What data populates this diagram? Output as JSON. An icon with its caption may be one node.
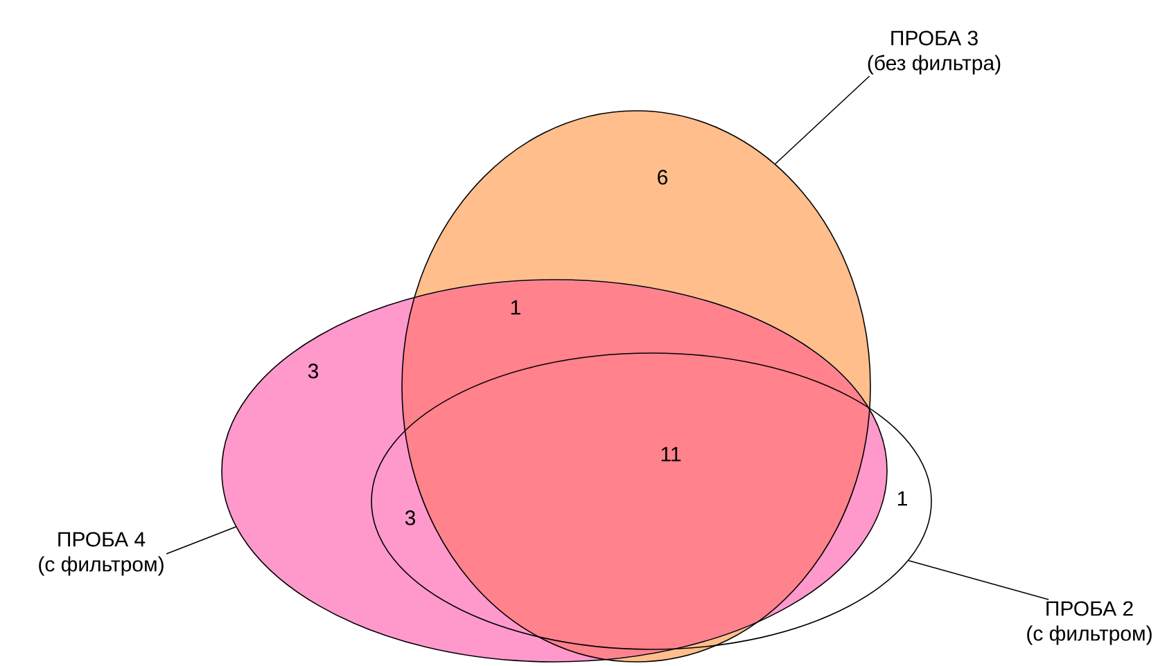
{
  "diagram": {
    "nodes": [
      {
        "text": [
          "ПРОБА 3",
          "(без фильтра)"
        ]
      },
      {
        "text": [],
        "shape": "circle"
      },
      {
        "text": [
          "ПРОБА 4",
          "(с фильтром)"
        ]
      },
      {
        "text": [],
        "shape": "circle"
      },
      {
        "text": [
          "ПРОБА 2",
          "(с фильтром)"
        ]
      },
      {
        "text": [],
        "shape": "circle"
      }
    ],
    "edges": [
      {
        "from": 0,
        "to": 1,
        "arrow": "none"
      },
      {
        "from": 2,
        "to": 3,
        "arrow": "none"
      },
      {
        "from": 4,
        "to": 5,
        "arrow": "none"
      }
    ],
    "labels": [
      "6",
      "1",
      "3",
      "11",
      "1",
      "3"
    ]
  }
}
